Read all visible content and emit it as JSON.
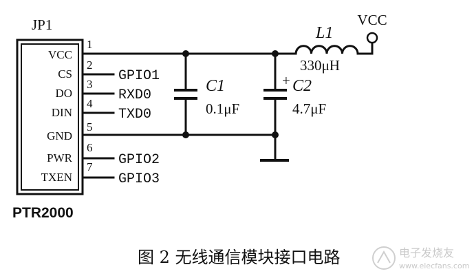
{
  "connector": {
    "ref": "JP1",
    "part": "PTR2000",
    "pins": [
      {
        "num": "1",
        "name": "VCC"
      },
      {
        "num": "2",
        "name": "CS",
        "signal": "GPIO1"
      },
      {
        "num": "3",
        "name": "DO",
        "signal": "RXD0"
      },
      {
        "num": "4",
        "name": "DIN",
        "signal": "TXD0"
      },
      {
        "num": "5",
        "name": "GND"
      },
      {
        "num": "6",
        "name": "PWR",
        "signal": "GPIO2"
      },
      {
        "num": "7",
        "name": "TXEN",
        "signal": "GPIO3"
      }
    ]
  },
  "c1": {
    "ref": "C1",
    "value": "0.1μF"
  },
  "c2": {
    "ref": "C2",
    "value": "4.7μF",
    "polarity": "+"
  },
  "l1": {
    "ref": "L1",
    "value": "330μH"
  },
  "supply": {
    "label": "VCC"
  },
  "caption": "图 2  无线通信模块接口电路",
  "watermark": {
    "cn": "电子发烧友",
    "url": "www.elecfans.com"
  }
}
